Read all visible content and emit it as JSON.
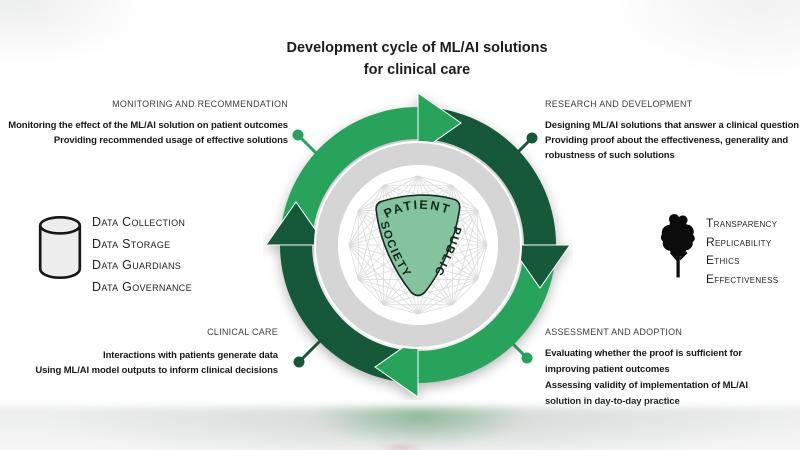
{
  "title": {
    "line1": "Development cycle of ML/AI solutions",
    "line2": "for clinical care"
  },
  "sections": {
    "monitoring": {
      "header": "MONITORING AND RECOMMENDATION",
      "lines": [
        "Monitoring the effect of the ML/AI solution on patient outcomes",
        "Providing recommended usage of effective solutions"
      ]
    },
    "research": {
      "header": "RESEARCH AND DEVELOPMENT",
      "lines": [
        "Designing ML/AI solutions that answer a clinical question",
        "Providing proof about the effectiveness, generality and",
        "robustness of such solutions"
      ]
    },
    "clinical": {
      "header": "CLINICAL CARE",
      "lines": [
        "Interactions with patients generate data",
        "Using ML/AI model outputs to inform clinical decisions"
      ]
    },
    "assessment": {
      "header": "ASSESSMENT AND ADOPTION",
      "lines": [
        "Evaluating whether the proof is sufficient for",
        "improving patient outcomes",
        "Assessing validity of implementation of ML/AI",
        "solution in day-to-day practice"
      ]
    }
  },
  "data_pillars": {
    "icon": "database-icon",
    "items": [
      "Data Collection",
      "Data Storage",
      "Data Guardians",
      "Data Governance"
    ]
  },
  "values": {
    "icon": "tree-icon",
    "items": [
      "Transparency",
      "Replicability",
      "Ethics",
      "Effectiveness"
    ]
  },
  "cycle_center": {
    "labels": {
      "top": "PATIENT",
      "right": "PUBLIC",
      "left": "SOCIETY"
    },
    "network_nodes": 12
  },
  "colors": {
    "light_green": "#27a35c",
    "dark_green": "#15593a",
    "ring_gray": "#d5d5d5",
    "pick_green": "#83c49f",
    "pick_stroke": "#17291f",
    "pick_text": "#12281c",
    "network_gray": "#dadada",
    "icon_black": "#0c0c0c"
  }
}
